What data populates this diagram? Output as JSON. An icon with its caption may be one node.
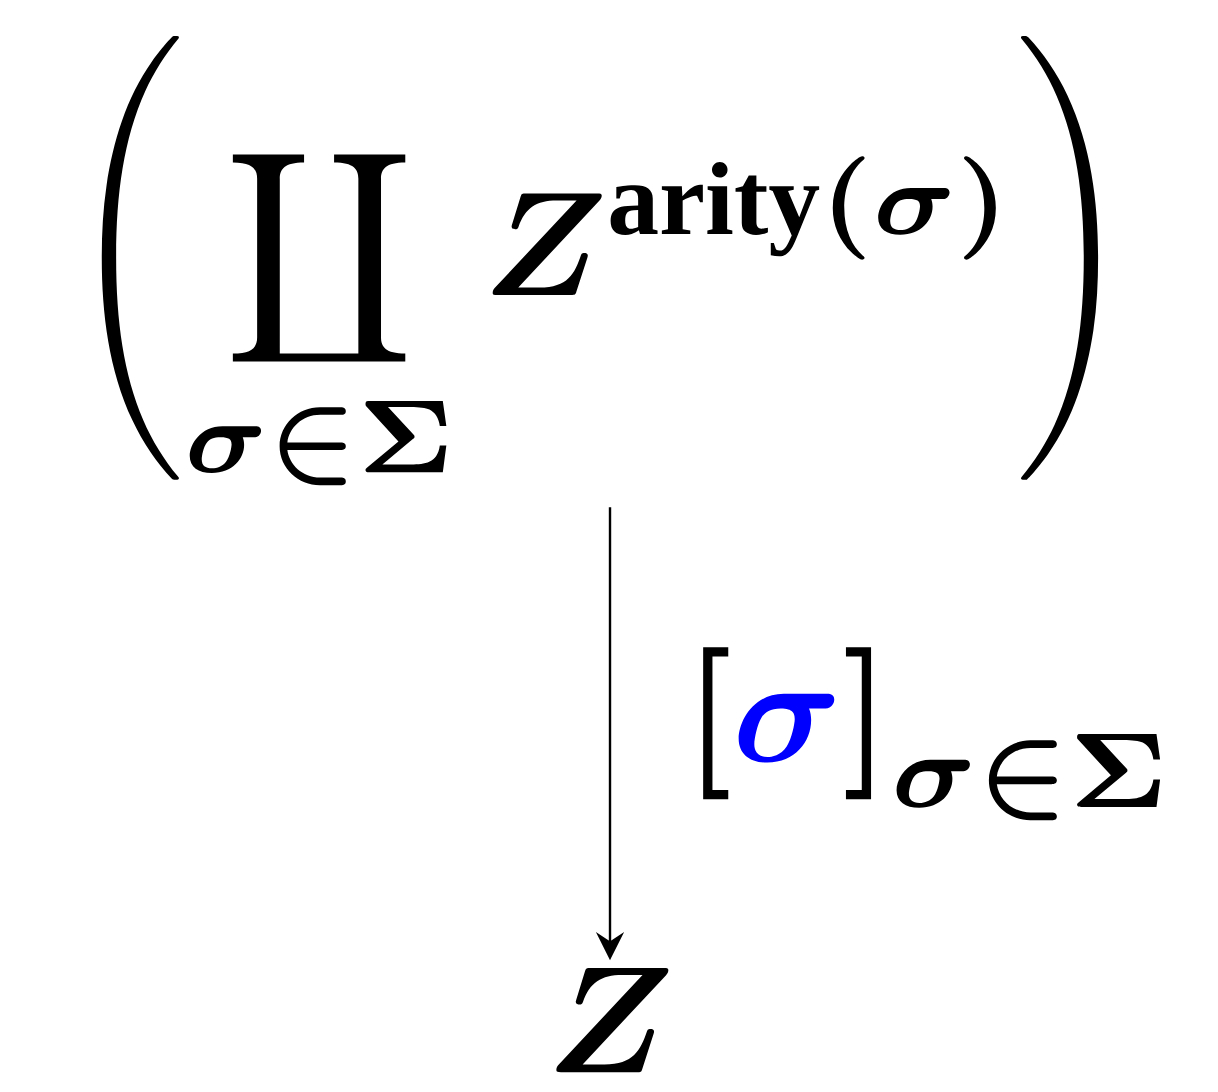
{
  "diagram": {
    "nodes": [
      {
        "text": [
          "\\left(\\coprod_{\\sigma\\in\\Sigma} Z^{\\mathrm{arity}(\\sigma)}\\right)"
        ]
      },
      {
        "text": [
          "Z"
        ]
      }
    ],
    "edges": [
      {
        "from": 0,
        "to": 1,
        "arrow": "to",
        "label": "\\left[\\textcolor{blue}{\\sigma}\\right]_{\\sigma\\in\\Sigma}"
      }
    ]
  }
}
